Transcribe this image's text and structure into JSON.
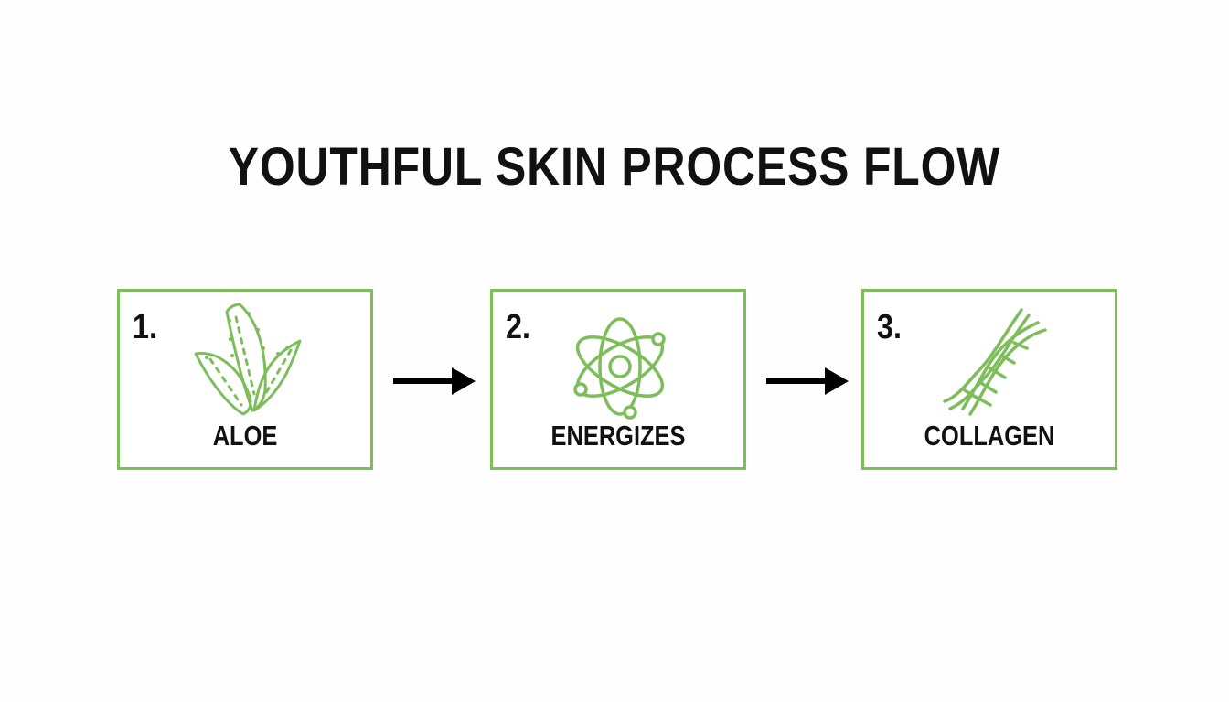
{
  "title": "YOUTHFUL SKIN PROCESS FLOW",
  "colors": {
    "accent": "#7dbd5a",
    "text": "#111111",
    "background": "#fdfefd",
    "arrow": "#000000"
  },
  "steps": [
    {
      "number": "1.",
      "label": "ALOE",
      "icon": "aloe-plant-icon"
    },
    {
      "number": "2.",
      "label": "ENERGIZES",
      "icon": "atom-icon"
    },
    {
      "number": "3.",
      "label": "COLLAGEN",
      "icon": "dna-helix-icon"
    }
  ],
  "connectors": [
    {
      "icon": "arrow-right-icon"
    },
    {
      "icon": "arrow-right-icon"
    }
  ]
}
